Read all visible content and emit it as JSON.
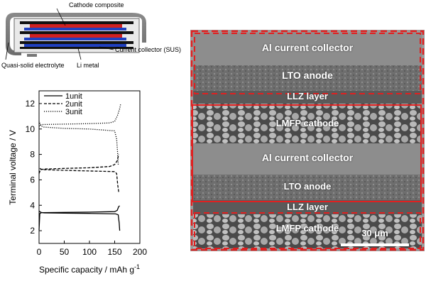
{
  "schematic": {
    "labels": {
      "cathode": "Cathode composite",
      "collector": "Current collector (SUS)",
      "electrolyte": "Quasi-solid electrolyte",
      "li_metal": "Li metal"
    }
  },
  "chart_data": {
    "type": "line",
    "xlabel": "Specific capacity / mAh g",
    "xlabel_sup": "-1",
    "ylabel": "Terminal voltage / V",
    "xlim": [
      0,
      200
    ],
    "ylim": [
      1,
      13
    ],
    "xticks": [
      0,
      50,
      100,
      150,
      200
    ],
    "yticks": [
      2,
      4,
      6,
      8,
      10,
      12
    ],
    "legend_position": "top-left",
    "series": [
      {
        "name": "1unit",
        "style": "solid",
        "charge": [
          [
            0,
            2.05
          ],
          [
            1.5,
            3.35
          ],
          [
            5,
            3.42
          ],
          [
            50,
            3.44
          ],
          [
            100,
            3.46
          ],
          [
            150,
            3.5
          ],
          [
            155,
            3.6
          ],
          [
            158,
            3.9
          ],
          [
            160,
            3.95
          ]
        ],
        "discharge": [
          [
            160,
            2.0
          ],
          [
            159,
            2.6
          ],
          [
            157,
            3.25
          ],
          [
            152,
            3.32
          ],
          [
            100,
            3.36
          ],
          [
            50,
            3.38
          ],
          [
            10,
            3.4
          ],
          [
            3,
            3.45
          ],
          [
            0.5,
            3.55
          ]
        ]
      },
      {
        "name": "2unit",
        "style": "dashed",
        "charge": [
          [
            0,
            6.5
          ],
          [
            3,
            6.8
          ],
          [
            10,
            6.85
          ],
          [
            50,
            6.9
          ],
          [
            100,
            6.95
          ],
          [
            140,
            7.05
          ],
          [
            150,
            7.2
          ],
          [
            155,
            7.5
          ],
          [
            158,
            8.0
          ]
        ],
        "discharge": [
          [
            158,
            5.05
          ],
          [
            156,
            5.6
          ],
          [
            154,
            6.5
          ],
          [
            150,
            6.65
          ],
          [
            100,
            6.7
          ],
          [
            50,
            6.75
          ],
          [
            10,
            6.8
          ],
          [
            3,
            6.85
          ],
          [
            0.5,
            7.0
          ]
        ]
      },
      {
        "name": "3unit",
        "style": "dotted",
        "charge": [
          [
            0,
            10.2
          ],
          [
            2,
            10.3
          ],
          [
            5,
            10.35
          ],
          [
            50,
            10.38
          ],
          [
            100,
            10.42
          ],
          [
            140,
            10.48
          ],
          [
            150,
            10.6
          ],
          [
            155,
            11.0
          ],
          [
            160,
            11.6
          ],
          [
            162,
            12.0
          ]
        ],
        "discharge": [
          [
            157,
            7.2
          ],
          [
            156,
            8.0
          ],
          [
            154,
            9.2
          ],
          [
            150,
            9.85
          ],
          [
            100,
            10.0
          ],
          [
            50,
            10.05
          ],
          [
            10,
            10.15
          ],
          [
            3,
            10.25
          ],
          [
            0.5,
            10.6
          ]
        ]
      }
    ]
  },
  "sem": {
    "labels": {
      "al1": "Al current collector",
      "lto1": "LTO anode",
      "llz1": "LLZ layer",
      "lmfp1": "LMFP cathode",
      "al2": "Al current collector",
      "lto2": "LTO anode",
      "llz2": "LLZ layer",
      "lmfp2": "LMFP cathode"
    },
    "scale_bar": "30 μm"
  }
}
